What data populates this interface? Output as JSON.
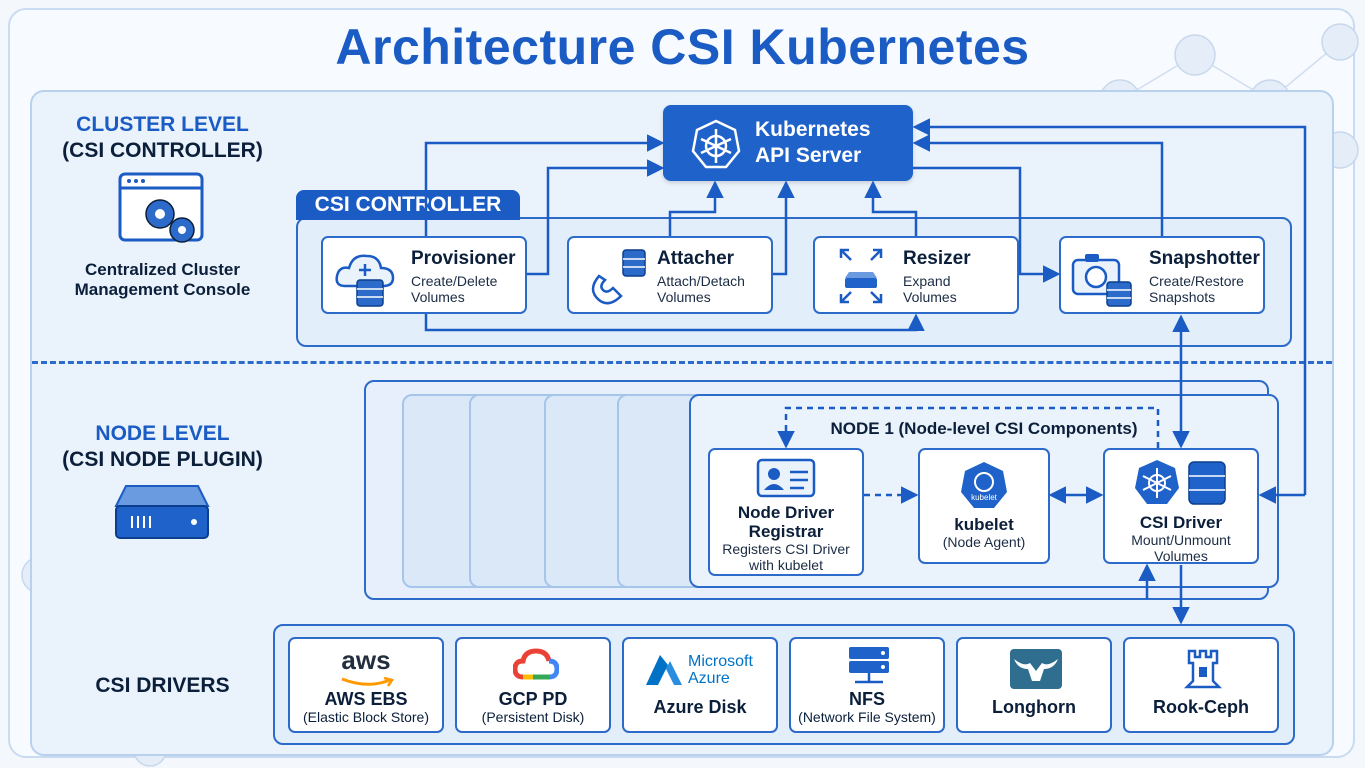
{
  "title": "Architecture CSI Kubernetes",
  "cluster_level": {
    "label_line1": "CLUSTER LEVEL",
    "label_line2": "(CSI CONTROLLER)",
    "description_line1": "Centralized  Cluster",
    "description_line2": "Management Console"
  },
  "node_level": {
    "label_line1": "NODE LEVEL",
    "label_line2": "(CSI NODE PLUGIN)"
  },
  "drivers_level": {
    "label": "CSI DRIVERS"
  },
  "api_server": {
    "line1": "Kubernetes",
    "line2": "API Server"
  },
  "csi_controller": {
    "tab_label": "CSI CONTROLLER",
    "components": [
      {
        "name": "Provisioner",
        "sub1": "Create/Delete",
        "sub2": "Volumes"
      },
      {
        "name": "Attacher",
        "sub1": "Attach/Detach",
        "sub2": "Volumes"
      },
      {
        "name": "Resizer",
        "sub1": "Expand",
        "sub2": "Volumes"
      },
      {
        "name": "Snapshotter",
        "sub1": "Create/Restore",
        "sub2": "Snapshots"
      }
    ]
  },
  "node1": {
    "title": "NODE 1 (Node-level CSI Components)",
    "registrar": {
      "name1": "Node Driver",
      "name2": "Registrar",
      "sub1": "Registers CSI Driver",
      "sub2": "with kubelet"
    },
    "kubelet": {
      "icon_text": "kubelet",
      "name": "kubelet",
      "sub": "(Node Agent)"
    },
    "csi_driver": {
      "name": "CSI Driver",
      "sub1": "Mount/Unmount",
      "sub2": "Volumes"
    }
  },
  "drivers": [
    {
      "logo_text": "aws",
      "name": "AWS EBS",
      "sub": "(Elastic Block Store)"
    },
    {
      "logo_text": "",
      "name": "GCP PD",
      "sub": "(Persistent Disk)"
    },
    {
      "logo_text_line1": "Microsoft",
      "logo_text_line2": "Azure",
      "name": "Azure Disk",
      "sub": ""
    },
    {
      "logo_text": "",
      "name": "NFS",
      "sub": "(Network File System)"
    },
    {
      "logo_text": "",
      "name": "Longhorn",
      "sub": ""
    },
    {
      "logo_text": "",
      "name": "Rook-Ceph",
      "sub": ""
    }
  ],
  "colors": {
    "primary": "#1a5bc4",
    "line": "#2c6bc9",
    "panel": "#eaf2fc",
    "dark_text": "#0b1f3a"
  },
  "icons": [
    "gear-window-icon",
    "server-rack-icon",
    "helm-wheel-icon",
    "cloud-database-icon",
    "magnet-database-icon",
    "expand-disk-icon",
    "camera-database-icon",
    "id-card-icon",
    "kubelet-icon",
    "aws-logo",
    "gcp-logo",
    "azure-logo",
    "nfs-server-icon",
    "longhorn-logo",
    "rook-ceph-logo"
  ]
}
